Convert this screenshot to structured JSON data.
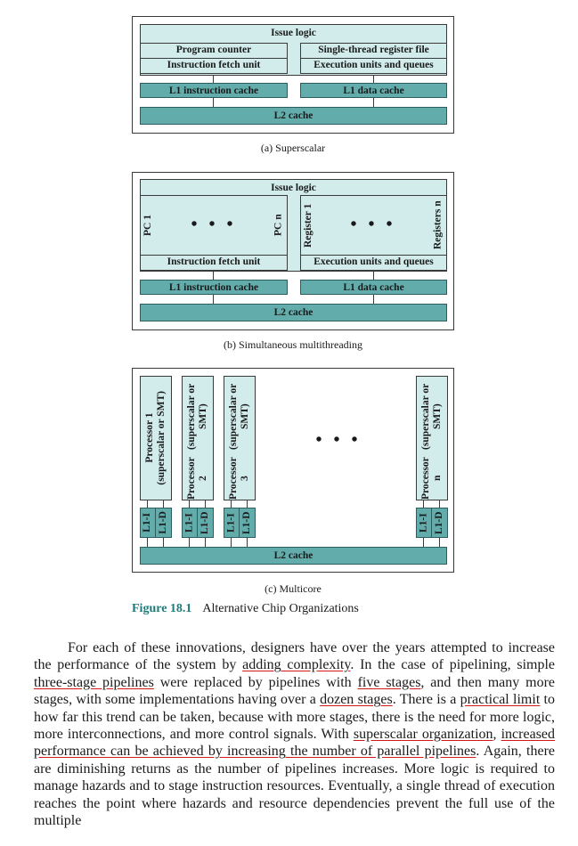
{
  "figure_a": {
    "issue_logic": "Issue logic",
    "program_counter": "Program counter",
    "instruction_fetch_unit": "Instruction fetch unit",
    "register_file": "Single-thread register file",
    "execution_units": "Execution units and queues",
    "l1_instruction": "L1 instruction cache",
    "l1_data": "L1 data cache",
    "l2": "L2 cache",
    "caption": "(a) Superscalar"
  },
  "figure_b": {
    "issue_logic": "Issue logic",
    "pc1": "PC 1",
    "pcn": "PC n",
    "reg1": "Register 1",
    "regn": "Registers n",
    "ellipsis": "• • •",
    "instruction_fetch_unit": "Instruction fetch unit",
    "execution_units": "Execution units and queues",
    "l1_instruction": "L1 instruction cache",
    "l1_data": "L1 data cache",
    "l2": "L2 cache",
    "caption": "(b) Simultaneous multithreading"
  },
  "figure_c": {
    "processors": [
      {
        "line1": "Processor 1",
        "line2": "(superscalar or SMT)"
      },
      {
        "line1": "Processor 2",
        "line2": "(superscalar or SMT)"
      },
      {
        "line1": "Processor 3",
        "line2": "(superscalar or SMT)"
      },
      {
        "line1": "Processor n",
        "line2": "(superscalar or SMT)"
      }
    ],
    "l1i": "L1-I",
    "l1d": "L1-D",
    "ellipsis": "• • •",
    "l2": "L2 cache",
    "caption": "(c) Multicore"
  },
  "figure_caption": {
    "number": "Figure 18.1",
    "title": "Alternative Chip Organizations"
  },
  "paragraph": {
    "t0": "For each of these innovations, designers have over the years attempted to increase the performance of the system by ",
    "u0": "adding complexity",
    "t1": ". In the case of pipelining, simple ",
    "u1": "three-stage pipelines",
    "t2": " were replaced by pipelines with ",
    "u2": "five stages",
    "t3": ", and then many more stages, with some implementations having over a ",
    "u3": "dozen stages",
    "t4": ". There is a ",
    "u4": "practical limit",
    "t5": " to how far this trend can be taken, because with more stages, there is the need for more logic, more interconnections, and more control signals. With ",
    "u5": "superscalar organization",
    "t6": ", ",
    "u6": "increased performance can be achieved by increasing the number of parallel pipelines",
    "t7": ". Again, there are diminishing returns as the number of pipelines increases. More logic is required to manage hazards and to stage instruction resources. Eventually, a single thread of execution reaches the point where hazards and resource dependencies prevent the full use of the multiple"
  }
}
